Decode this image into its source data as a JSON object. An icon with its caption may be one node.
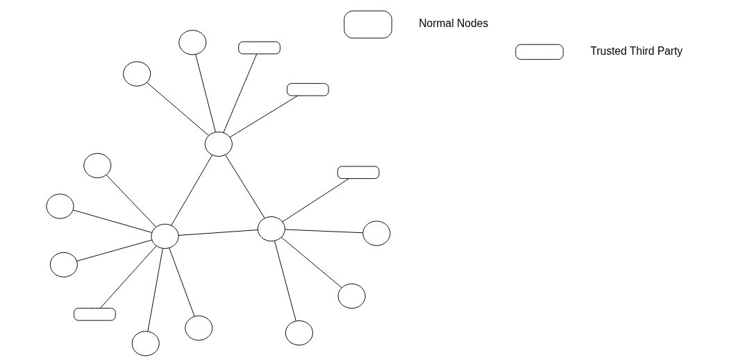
{
  "diagram": {
    "nodes": [
      {
        "text": [],
        "shape": "circle"
      },
      {
        "text": [],
        "shape": "circle"
      },
      {
        "text": [],
        "shape": "box"
      },
      {
        "text": [],
        "shape": "box"
      },
      {
        "text": [],
        "shape": "circle"
      },
      {
        "text": [],
        "shape": "circle"
      },
      {
        "text": [],
        "shape": "circle"
      },
      {
        "text": [],
        "shape": "circle"
      },
      {
        "text": [],
        "shape": "circle"
      },
      {
        "text": [],
        "shape": "circle"
      },
      {
        "text": [],
        "shape": "circle"
      },
      {
        "text": [],
        "shape": "circle"
      },
      {
        "text": [],
        "shape": "circle"
      },
      {
        "text": [],
        "shape": "circle"
      },
      {
        "text": [],
        "shape": "circle"
      },
      {
        "text": [],
        "shape": "box"
      },
      {
        "text": [],
        "shape": "box"
      }
    ],
    "edges": [
      {
        "from": 5,
        "to": 0,
        "arrow": "none"
      },
      {
        "from": 5,
        "to": 2,
        "arrow": "none"
      },
      {
        "from": 5,
        "to": 4,
        "arrow": "none"
      },
      {
        "from": 5,
        "to": 7,
        "arrow": "none"
      },
      {
        "from": 5,
        "to": 8,
        "arrow": "none"
      },
      {
        "from": 5,
        "to": 10,
        "arrow": "none"
      },
      {
        "from": 5,
        "to": 6,
        "arrow": "none"
      },
      {
        "from": 5,
        "to": 11,
        "arrow": "none"
      },
      {
        "from": 6,
        "to": 1,
        "arrow": "none"
      },
      {
        "from": 6,
        "to": 3,
        "arrow": "none"
      },
      {
        "from": 6,
        "to": 9,
        "arrow": "none"
      },
      {
        "from": 6,
        "to": 12,
        "arrow": "none"
      },
      {
        "from": 6,
        "to": 11,
        "arrow": "none"
      },
      {
        "from": 11,
        "to": 14,
        "arrow": "none"
      },
      {
        "from": 11,
        "to": 16,
        "arrow": "none"
      },
      {
        "from": 11,
        "to": 15,
        "arrow": "none"
      },
      {
        "from": 11,
        "to": 13,
        "arrow": "none"
      }
    ],
    "legend": [
      {
        "text": "Normal Nodes"
      },
      {
        "text": "Trusted Third Party"
      }
    ]
  }
}
